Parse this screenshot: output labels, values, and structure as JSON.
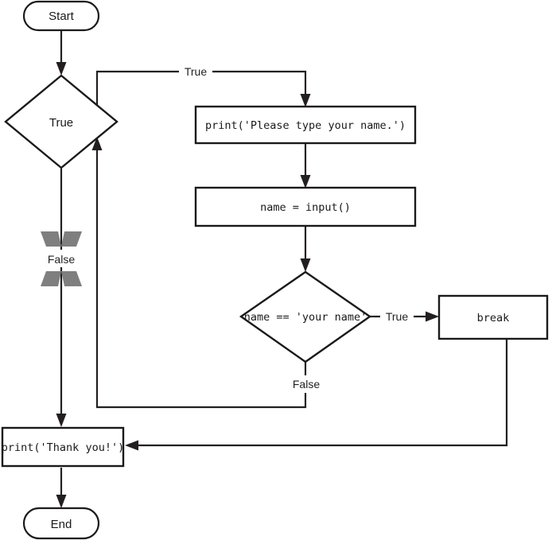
{
  "diagram": {
    "title": "while loop with break flowchart",
    "colors": {
      "stroke": "#231f20",
      "fill": "#ffffff",
      "cross_mark": "#7f7f7f",
      "text": "#1a1a1a"
    },
    "nodes": {
      "start": {
        "label": "Start",
        "shape": "terminal"
      },
      "while_condition": {
        "label": "True",
        "shape": "decision"
      },
      "print_prompt": {
        "label": "print('Please type your name.')",
        "shape": "process"
      },
      "read_input": {
        "label": "name = input()",
        "shape": "process"
      },
      "name_check": {
        "label": "name == 'your name'",
        "shape": "decision"
      },
      "break_stmt": {
        "label": "break",
        "shape": "process"
      },
      "print_thanks": {
        "label": "print('Thank you!')",
        "shape": "process"
      },
      "end": {
        "label": "End",
        "shape": "terminal"
      }
    },
    "edge_labels": {
      "while_true": "True",
      "while_false": "False",
      "name_true": "True",
      "name_false": "False"
    }
  }
}
